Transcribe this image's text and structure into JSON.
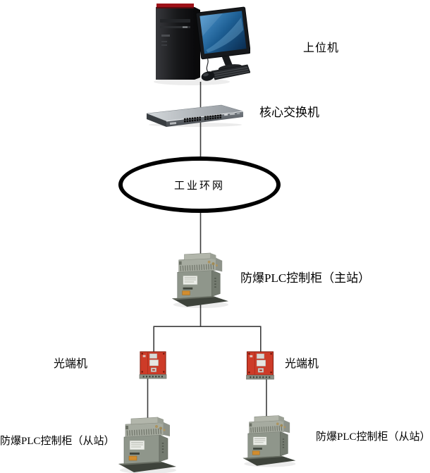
{
  "diagram": {
    "kind": "industrial-network-topology",
    "nodes": {
      "host": {
        "id": "host",
        "label": "上位机",
        "device": "desktop-computer"
      },
      "core_switch": {
        "id": "core_switch",
        "label": "核心交换机",
        "device": "rack-ethernet-switch"
      },
      "ring": {
        "id": "ring",
        "label": "工业环网",
        "device": "ring-network-ellipse"
      },
      "plc_master": {
        "id": "plc_master",
        "label": "防爆PLC控制柜（主站）",
        "device": "explosion-proof-plc-cabinet"
      },
      "optical_left": {
        "id": "optical_left",
        "label": "光端机",
        "device": "optical-transceiver"
      },
      "optical_right": {
        "id": "optical_right",
        "label": "光端机",
        "device": "optical-transceiver"
      },
      "plc_slave_left": {
        "id": "plc_slave_left",
        "label": "防爆PLC控制柜（从站）",
        "device": "explosion-proof-plc-cabinet"
      },
      "plc_slave_right": {
        "id": "plc_slave_right",
        "label": "防爆PLC控制柜（从站）",
        "device": "explosion-proof-plc-cabinet"
      }
    },
    "edges": [
      {
        "from": "host",
        "to": "core_switch"
      },
      {
        "from": "core_switch",
        "to": "ring"
      },
      {
        "from": "ring",
        "to": "plc_master"
      },
      {
        "from": "plc_master",
        "to": "optical_left"
      },
      {
        "from": "plc_master",
        "to": "optical_right"
      },
      {
        "from": "optical_left",
        "to": "plc_slave_left"
      },
      {
        "from": "optical_right",
        "to": "plc_slave_right"
      }
    ],
    "colors": {
      "background": "#ffffff",
      "connector_line": "#3c3c3c",
      "ring_border": "#000000",
      "text": "#000000",
      "transceiver_red": "#cd3b28",
      "cabinet_gray": "#8f968b",
      "cabinet_base": "#3e433b",
      "switch_top_gray": "#c3c8cc",
      "switch_front_gray": "#565b60",
      "monitor_screen_blue": "#1d5e93",
      "tower_black": "#17181a",
      "tower_accent_red": "#9e1118",
      "warning_tag_orange": "#d28c2e"
    }
  }
}
